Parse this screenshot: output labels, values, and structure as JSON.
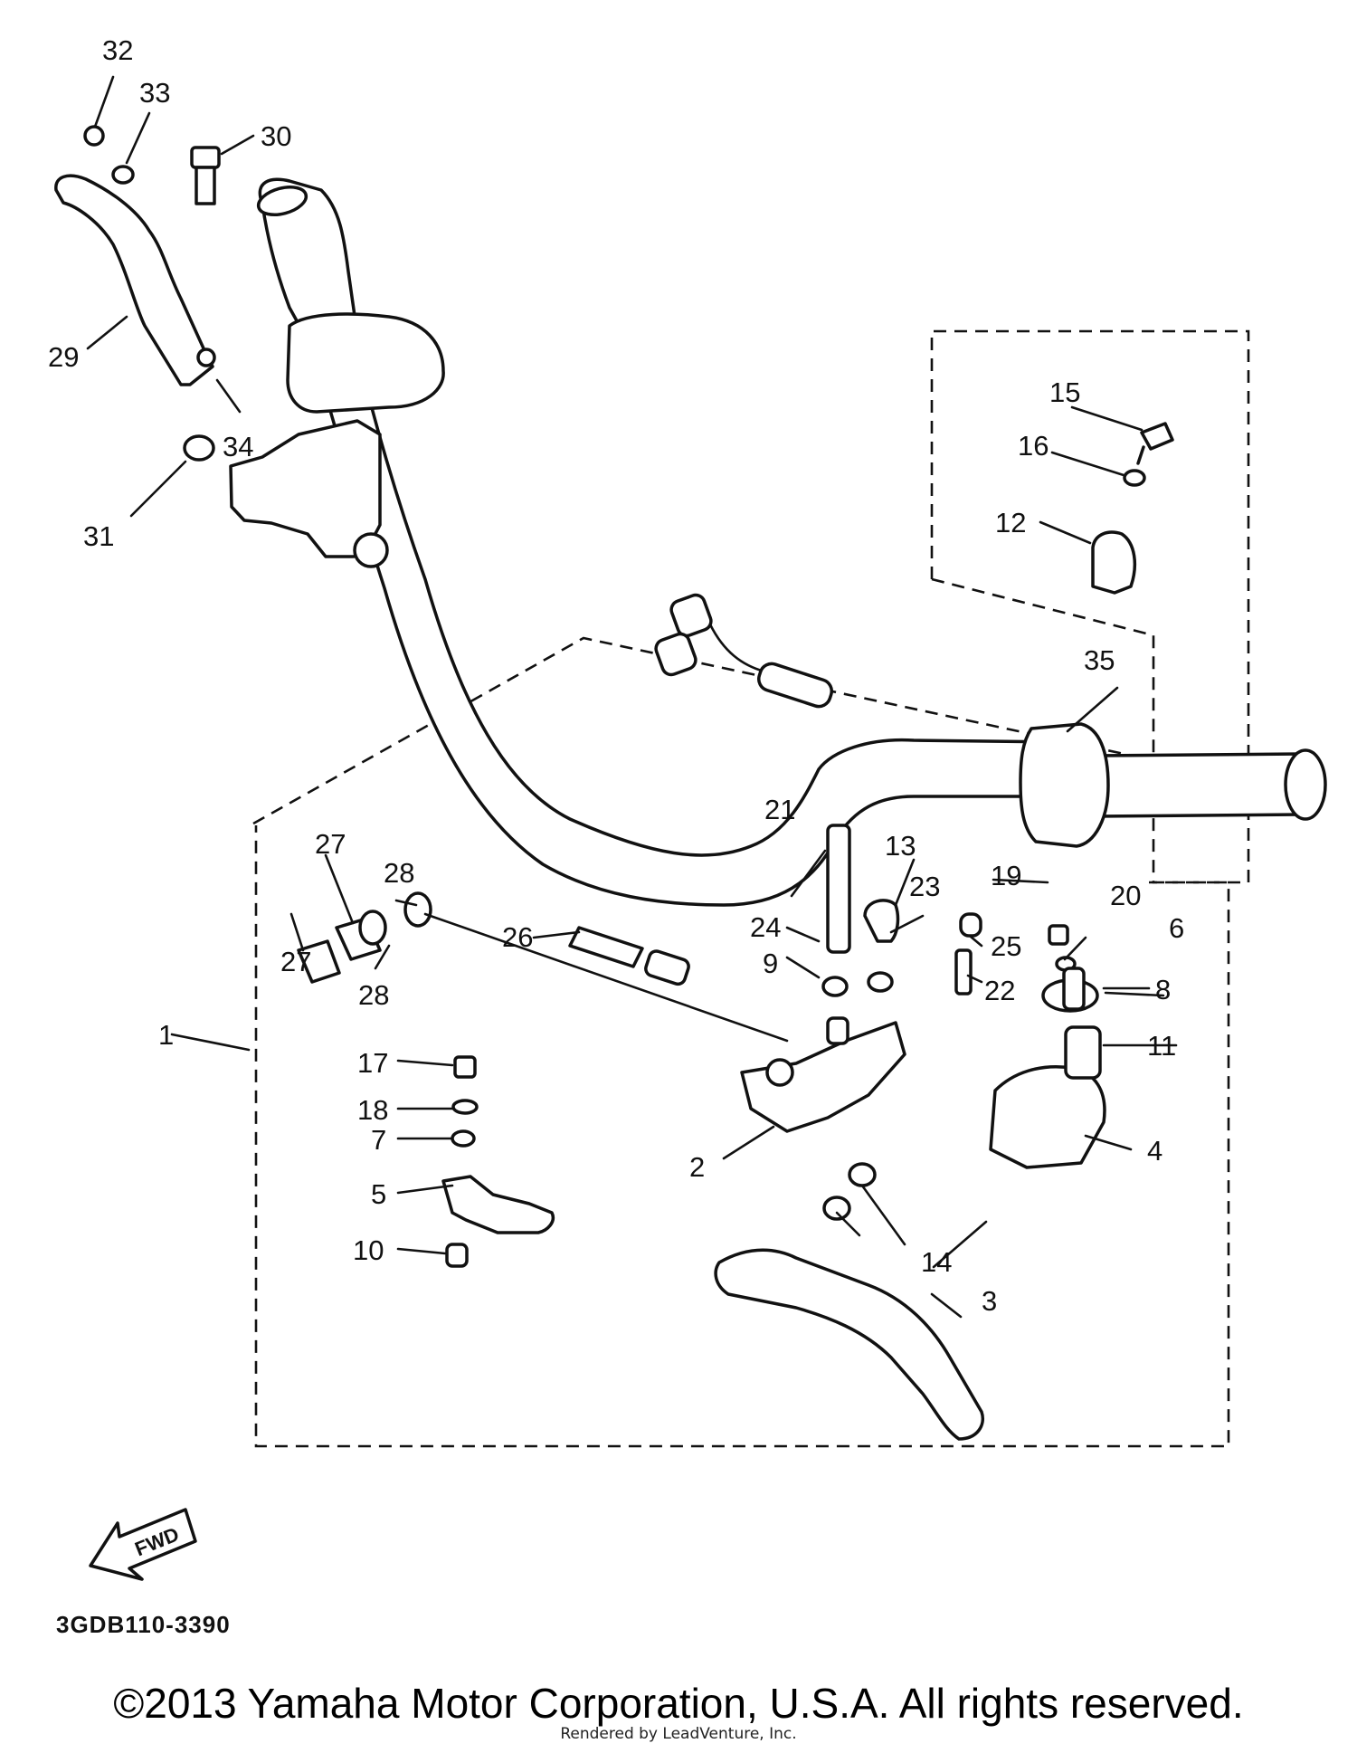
{
  "diagram": {
    "callouts": [
      {
        "id": "32",
        "label": "32"
      },
      {
        "id": "33",
        "label": "33"
      },
      {
        "id": "30",
        "label": "30"
      },
      {
        "id": "29",
        "label": "29"
      },
      {
        "id": "34",
        "label": "34"
      },
      {
        "id": "31",
        "label": "31"
      },
      {
        "id": "15",
        "label": "15"
      },
      {
        "id": "16",
        "label": "16"
      },
      {
        "id": "12",
        "label": "12"
      },
      {
        "id": "35",
        "label": "35"
      },
      {
        "id": "21",
        "label": "21"
      },
      {
        "id": "13",
        "label": "13"
      },
      {
        "id": "23",
        "label": "23"
      },
      {
        "id": "19",
        "label": "19"
      },
      {
        "id": "20",
        "label": "20"
      },
      {
        "id": "24",
        "label": "24"
      },
      {
        "id": "6",
        "label": "6"
      },
      {
        "id": "25",
        "label": "25"
      },
      {
        "id": "9",
        "label": "9"
      },
      {
        "id": "22",
        "label": "22"
      },
      {
        "id": "8",
        "label": "8"
      },
      {
        "id": "11",
        "label": "11"
      },
      {
        "id": "27a",
        "label": "27"
      },
      {
        "id": "28a",
        "label": "28"
      },
      {
        "id": "27b",
        "label": "27"
      },
      {
        "id": "28b",
        "label": "28"
      },
      {
        "id": "26",
        "label": "26"
      },
      {
        "id": "1",
        "label": "1"
      },
      {
        "id": "17",
        "label": "17"
      },
      {
        "id": "18",
        "label": "18"
      },
      {
        "id": "7",
        "label": "7"
      },
      {
        "id": "5",
        "label": "5"
      },
      {
        "id": "10",
        "label": "10"
      },
      {
        "id": "2",
        "label": "2"
      },
      {
        "id": "4",
        "label": "4"
      },
      {
        "id": "14",
        "label": "14"
      },
      {
        "id": "3",
        "label": "3"
      }
    ],
    "fwd_label": "FWD",
    "part_code": "3GDB110-3390",
    "copyright": "©2013 Yamaha Motor Corporation, U.S.A. All rights reserved.",
    "rendered_by": "Rendered by LeadVenture, Inc."
  }
}
